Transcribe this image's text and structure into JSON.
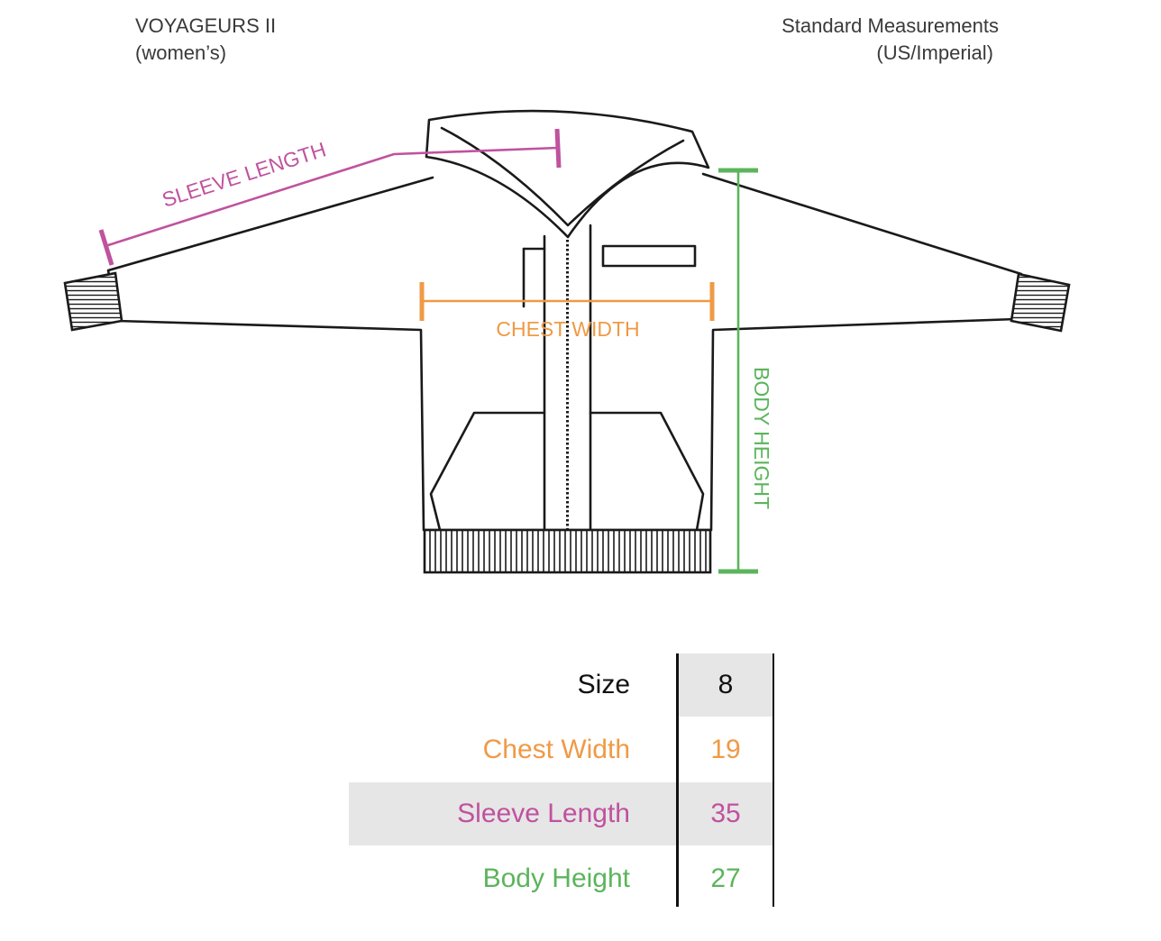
{
  "header": {
    "product": "VOYAGEURS II",
    "gender": "(women’s)",
    "system": "Standard Measurements",
    "units": "(US/Imperial)"
  },
  "diagram": {
    "labels": {
      "sleeve": "SLEEVE LENGTH",
      "chest": "CHEST WIDTH",
      "body": "BODY HEIGHT"
    },
    "colors": {
      "sleeve": "#c0529e",
      "chest": "#ef9a45",
      "body": "#5cb45c",
      "outline": "#1a1a1a"
    }
  },
  "table": {
    "rows": [
      {
        "label": "Size",
        "value": "8",
        "color": "#111111"
      },
      {
        "label": "Chest Width",
        "value": "19",
        "color": "#ef9a45"
      },
      {
        "label": "Sleeve Length",
        "value": "35",
        "color": "#c0529e"
      },
      {
        "label": "Body Height",
        "value": "27",
        "color": "#5cb45c"
      }
    ]
  }
}
